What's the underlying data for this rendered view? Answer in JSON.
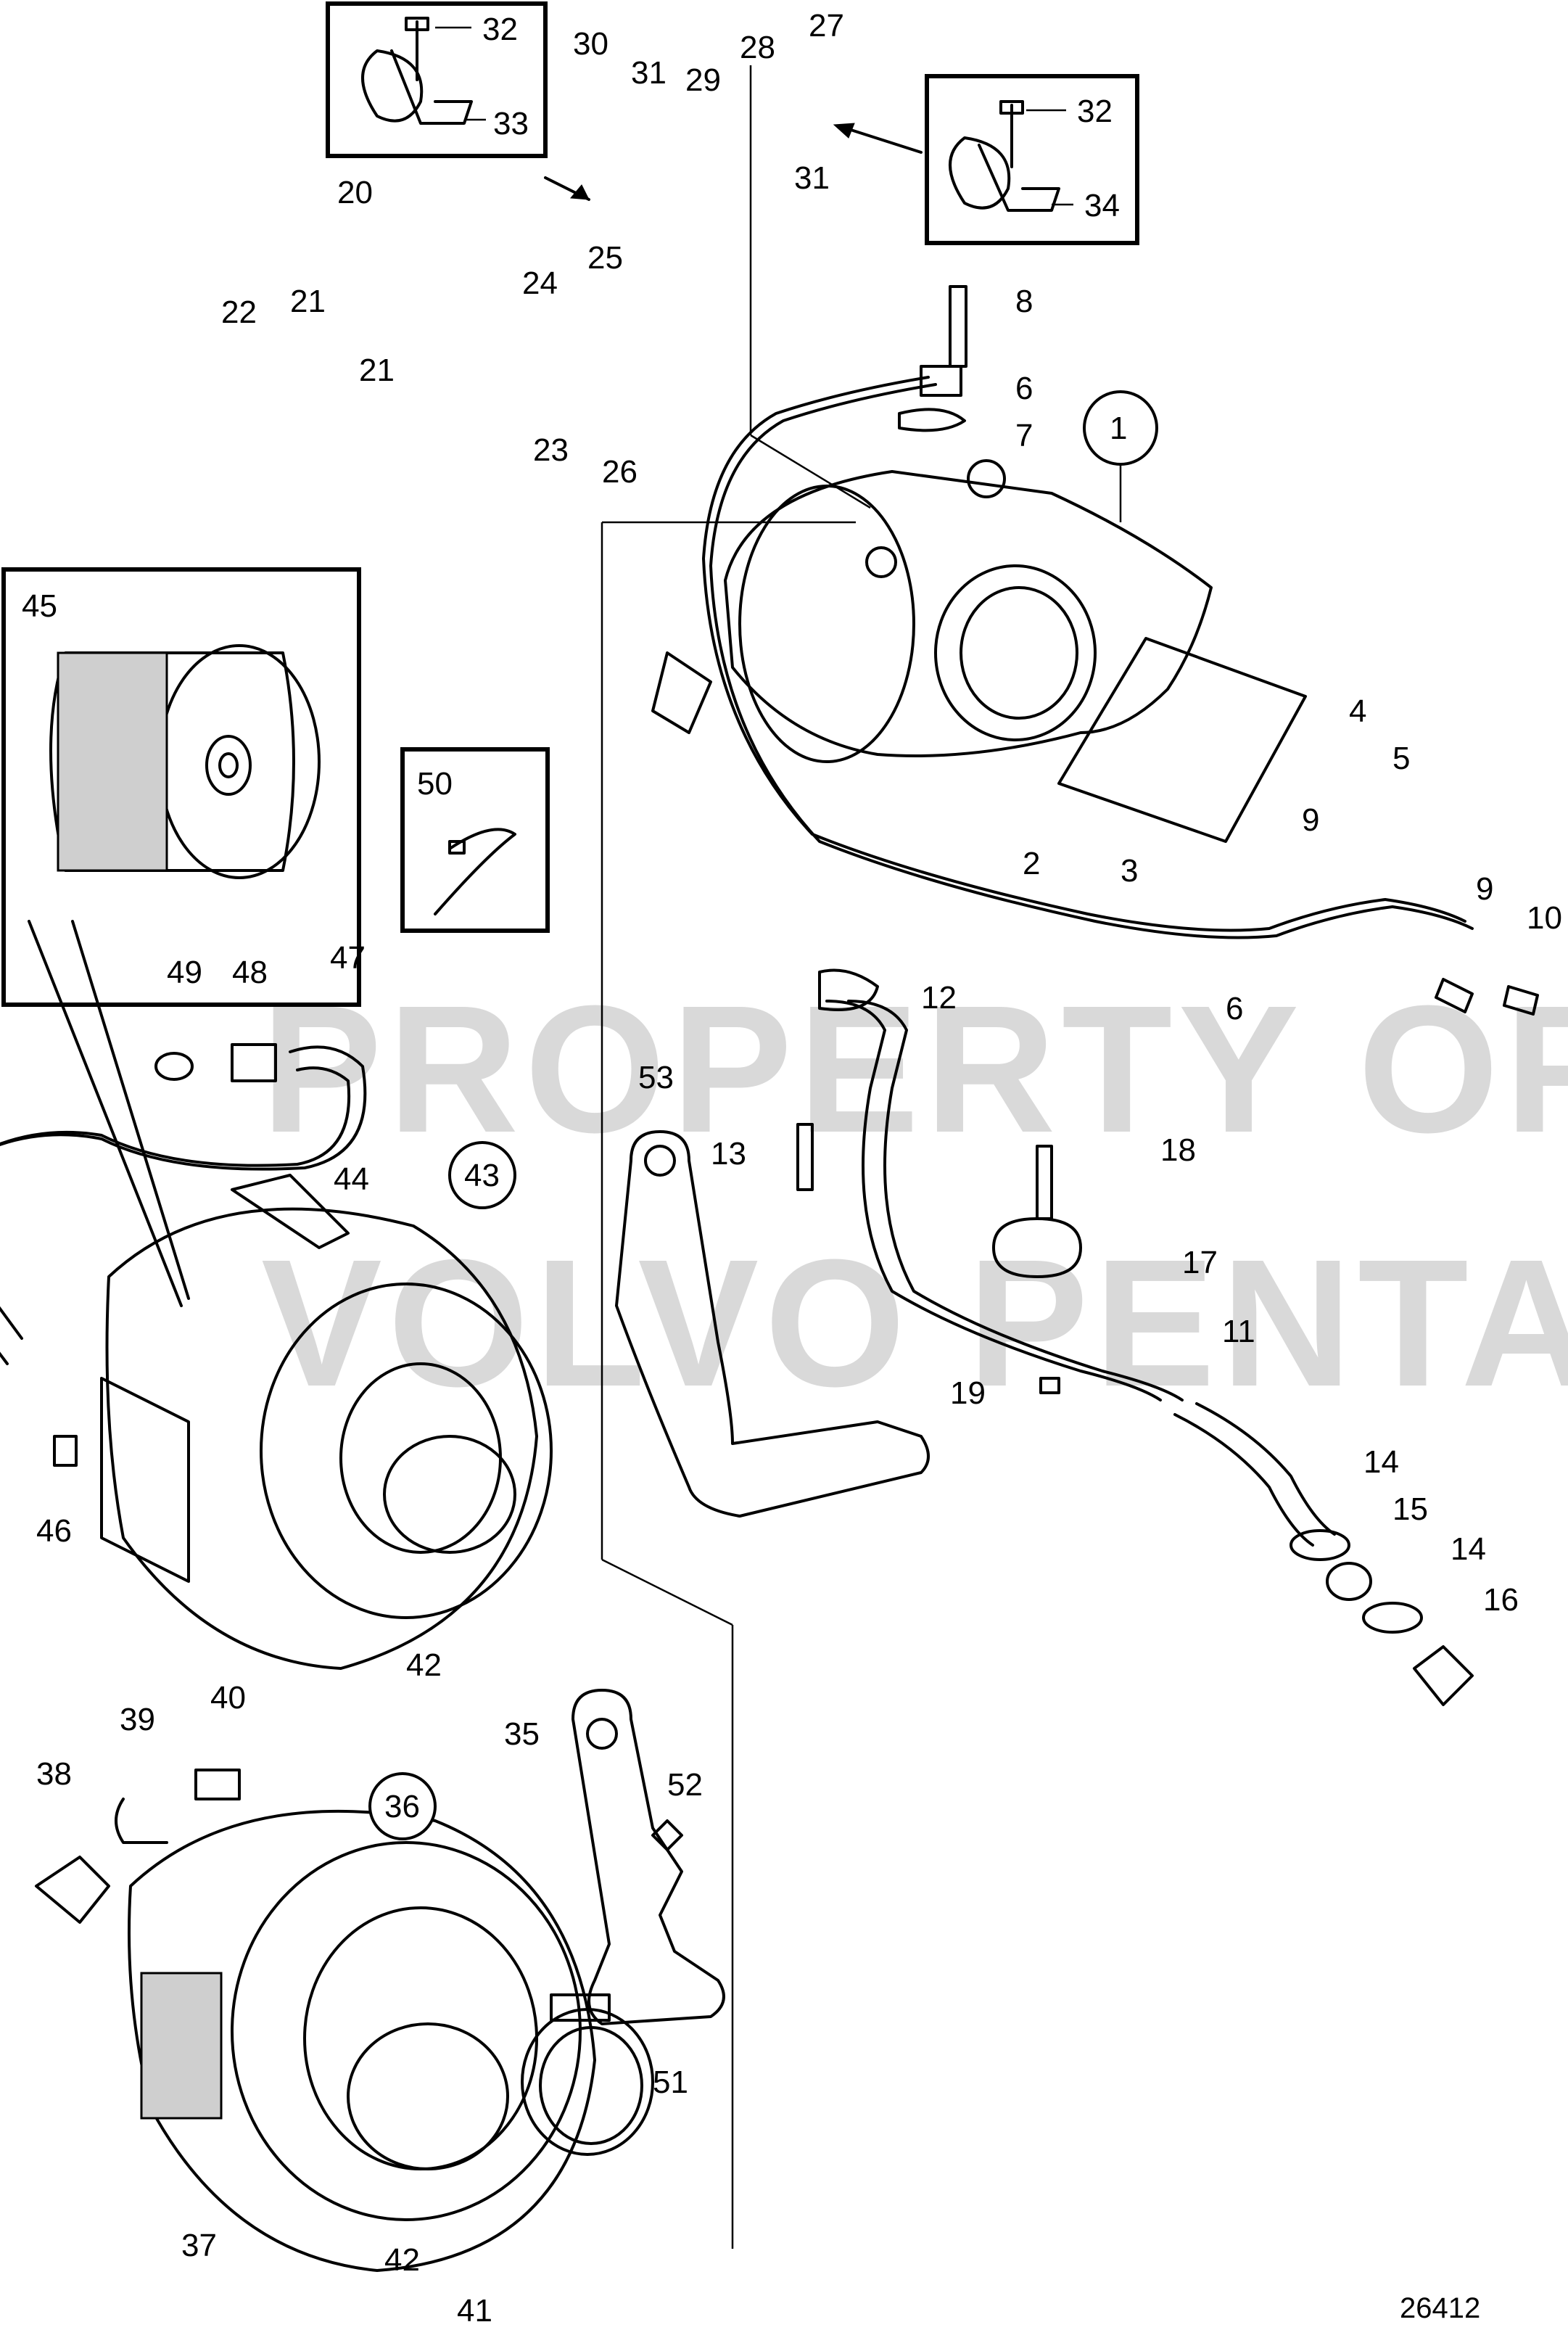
{
  "watermark": {
    "line1": "PROPERTY OF",
    "line2": "VOLVO PENTA"
  },
  "drawing_number": "26412",
  "callouts": {
    "c1": "1",
    "c2": "2",
    "c3": "3",
    "c4": "4",
    "c5": "5",
    "c6a": "6",
    "c6b": "6",
    "c7": "7",
    "c8": "8",
    "c9a": "9",
    "c9b": "9",
    "c10": "10",
    "c11": "11",
    "c12": "12",
    "c13": "13",
    "c14a": "14",
    "c14b": "14",
    "c15": "15",
    "c16": "16",
    "c17": "17",
    "c18": "18",
    "c19": "19",
    "c20": "20",
    "c21a": "21",
    "c21b": "21",
    "c22": "22",
    "c23": "23",
    "c24": "24",
    "c25": "25",
    "c26": "26",
    "c27": "27",
    "c28": "28",
    "c29": "29",
    "c30": "30",
    "c31a": "31",
    "c31b": "31",
    "c32a": "32",
    "c32b": "32",
    "c33": "33",
    "c34": "34",
    "c35": "35",
    "c36": "36",
    "c37": "37",
    "c38": "38",
    "c39": "39",
    "c40": "40",
    "c41": "41",
    "c42a": "42",
    "c42b": "42",
    "c43": "43",
    "c44": "44",
    "c45": "45",
    "c46": "46",
    "c47": "47",
    "c48": "48",
    "c49": "49",
    "c50": "50",
    "c51": "51",
    "c52": "52",
    "c53": "53"
  }
}
